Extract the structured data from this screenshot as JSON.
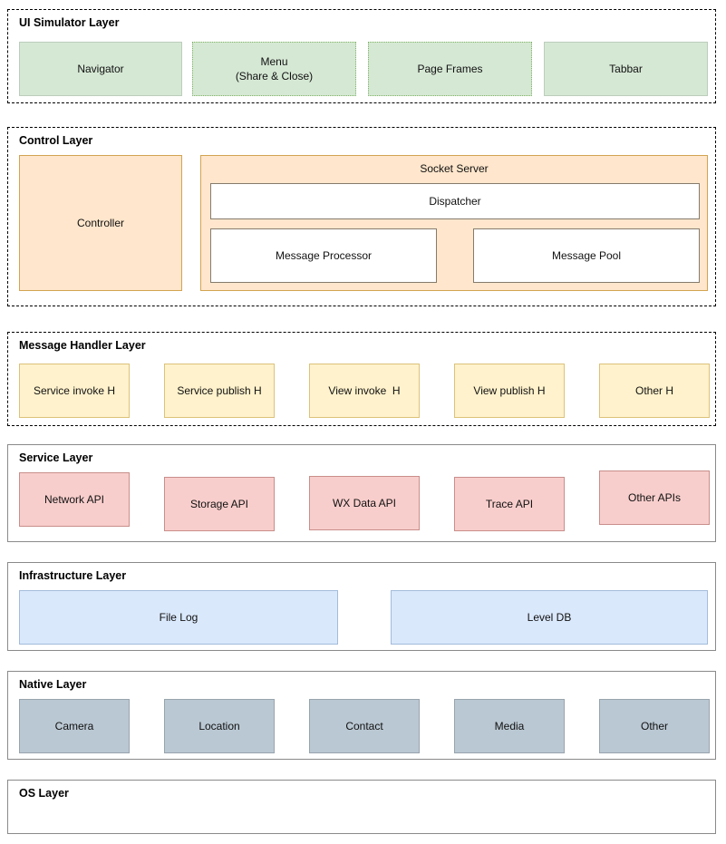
{
  "layers": [
    {
      "title": "UI Simulator Layer",
      "boxes": [
        {
          "label": "Navigator"
        },
        {
          "label": "Menu\n(Share & Close)"
        },
        {
          "label": "Page Frames"
        },
        {
          "label": "Tabbar"
        }
      ]
    },
    {
      "title": "Control Layer",
      "boxes": [
        {
          "label": "Controller"
        },
        {
          "label": "Socket Server"
        },
        {
          "label": "Dispatcher"
        },
        {
          "label": "Message Processor"
        },
        {
          "label": "Message Pool"
        }
      ]
    },
    {
      "title": "Message Handler Layer",
      "boxes": [
        {
          "label": "Service invoke H"
        },
        {
          "label": "Service publish H"
        },
        {
          "label": "View invoke  H"
        },
        {
          "label": "View publish H"
        },
        {
          "label": "Other H"
        }
      ]
    },
    {
      "title": "Service Layer",
      "boxes": [
        {
          "label": "Network API"
        },
        {
          "label": "Storage API"
        },
        {
          "label": "WX Data API"
        },
        {
          "label": "Trace API"
        },
        {
          "label": "Other APIs"
        }
      ]
    },
    {
      "title": "Infrastructure Layer",
      "boxes": [
        {
          "label": "File Log"
        },
        {
          "label": "Level DB"
        }
      ]
    },
    {
      "title": "Native Layer",
      "boxes": [
        {
          "label": "Camera"
        },
        {
          "label": "Location"
        },
        {
          "label": "Contact"
        },
        {
          "label": "Media"
        },
        {
          "label": "Other"
        }
      ]
    },
    {
      "title": "OS Layer",
      "boxes": []
    }
  ],
  "colors": {
    "green_fill": "#d5e8d4",
    "green_border": "#82b366",
    "green_light_border": "#bccdbc",
    "orange_fill": "#ffe6cc",
    "orange_border": "#d2a452",
    "yellow_fill": "#fff2cc",
    "yellow_border": "#dcc27a",
    "pink_fill": "#f8cecc",
    "pink_border": "#c88e8a",
    "blue_fill": "#dae8fc",
    "blue_border": "#a3bbdb",
    "native_fill": "#bac8d3",
    "native_border": "#98a4ad",
    "white_box_border": "#857c6d",
    "layer_solid_border": "#8a8a8a"
  }
}
